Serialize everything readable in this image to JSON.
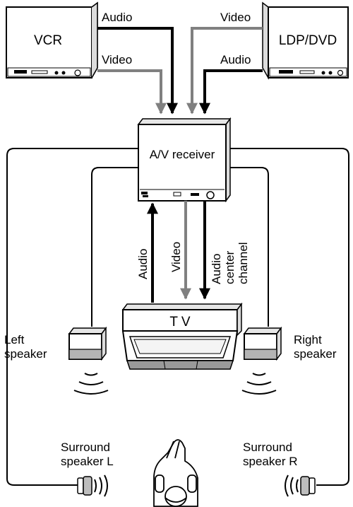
{
  "devices": {
    "vcr": "VCR",
    "ldp_dvd": "LDP/DVD",
    "receiver": "A/V receiver",
    "tv": "T V"
  },
  "signals": {
    "vcr_audio": "Audio",
    "vcr_video": "Video",
    "ldp_video": "Video",
    "ldp_audio": "Audio",
    "tv_audio": "Audio",
    "tv_video": "Video",
    "tv_center_1": "Audio",
    "tv_center_2": "center",
    "tv_center_3": "channel"
  },
  "speakers": {
    "left_1": "Left",
    "left_2": "speaker",
    "right_1": "Right",
    "right_2": "speaker",
    "surround_l_1": "Surround",
    "surround_l_2": "speaker L",
    "surround_r_1": "Surround",
    "surround_r_2": "speaker R"
  },
  "colors": {
    "audio_line": "#000000",
    "video_line": "#808080"
  }
}
